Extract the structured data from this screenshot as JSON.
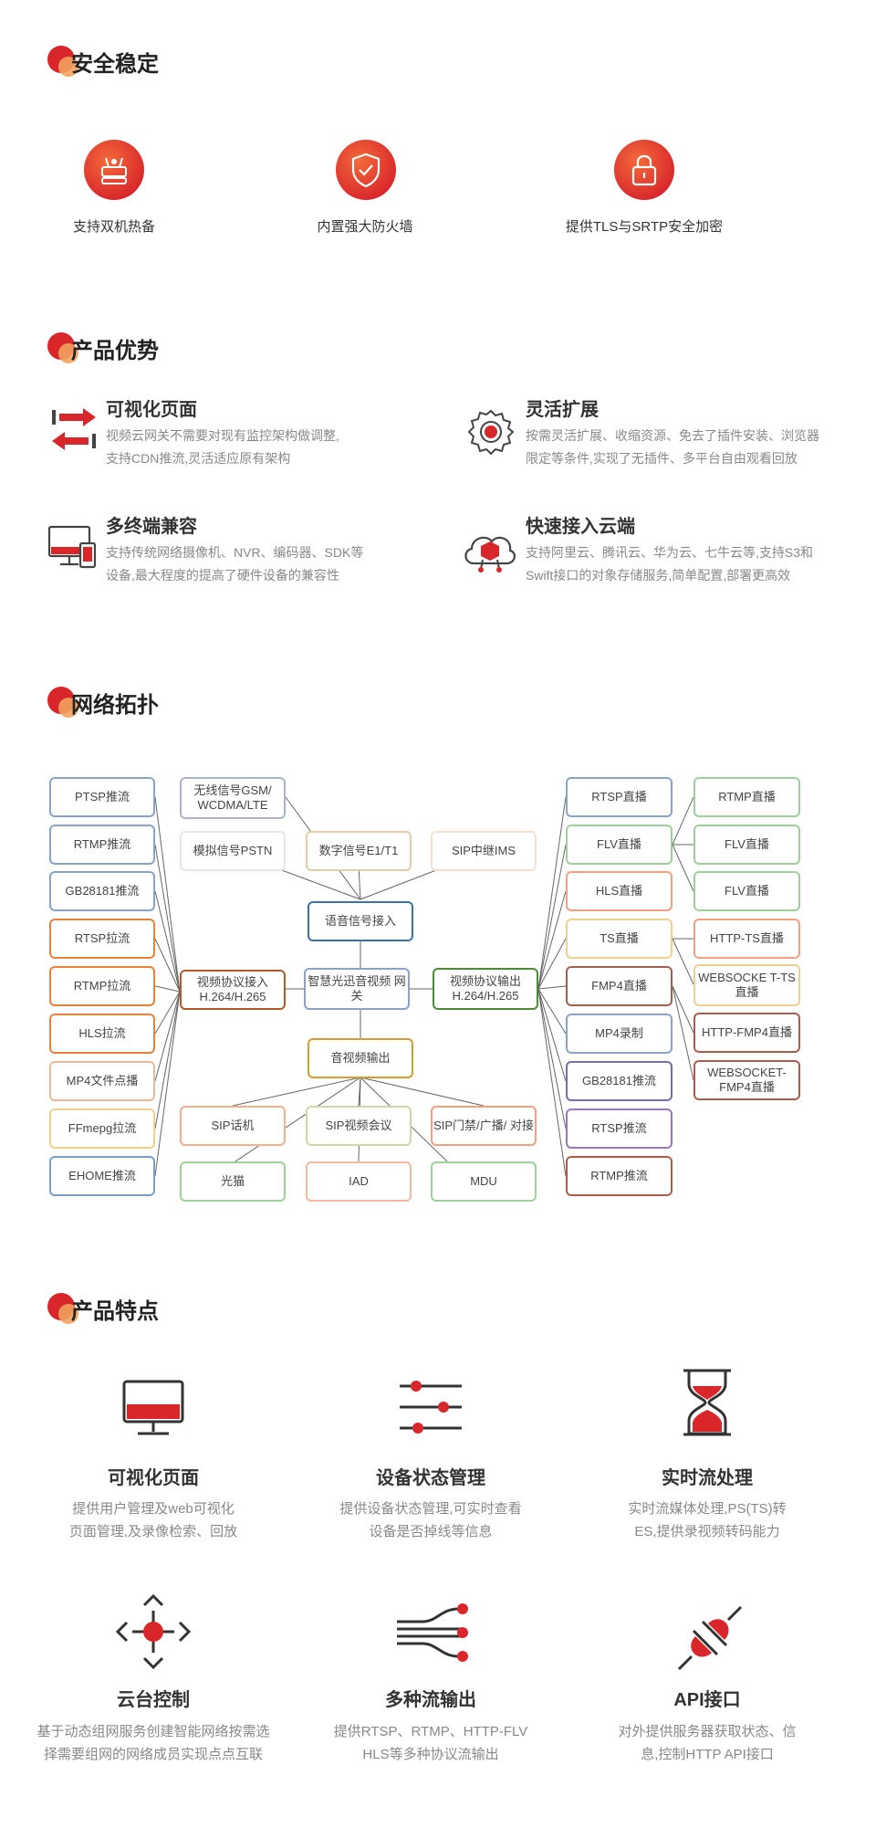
{
  "sections": {
    "security": "安全稳定",
    "advantages": "产品优势",
    "topology": "网络拓扑",
    "features": "产品特点"
  },
  "security_items": [
    {
      "label": "支持双机热备",
      "icon": "router-icon"
    },
    {
      "label": "内置强大防火墙",
      "icon": "shield-icon"
    },
    {
      "label": "提供TLS与SRTP安全加密",
      "icon": "lock-icon"
    }
  ],
  "advantages": [
    {
      "title": "可视化页面",
      "desc1": "视频云网关不需要对现有监控架构做调整,",
      "desc2": "支持CDN推流,灵活适应原有架构",
      "icon": "transfer-arrows-icon"
    },
    {
      "title": "灵活扩展",
      "desc1": "按需灵活扩展、收缩资源、免去了插件安装、浏览器",
      "desc2": "限定等条件,实现了无插件、多平台自由观看回放",
      "icon": "gear-icon"
    },
    {
      "title": "多终端兼容",
      "desc1": "支持传统网络摄像机、NVR、编码器、SDK等",
      "desc2": "设备,最大程度的提高了硬件设备的兼容性",
      "icon": "multi-device-icon"
    },
    {
      "title": "快速接入云端",
      "desc1": "支持阿里云、腾讯云、华为云、七牛云等,支持S3和",
      "desc2": "Swift接口的对象存储服务,简单配置,部署更高效",
      "icon": "cloud-icon"
    }
  ],
  "topology": {
    "left_column": [
      "PTSP推流",
      "RTMP推流",
      "GB28181推流",
      "RTSP拉流",
      "RTMP拉流",
      "HLS拉流",
      "MP4文件点播",
      "FFmepg拉流",
      "EHOME推流"
    ],
    "top_inputs": [
      "无线信号GSM/ WCDMA/LTE",
      "模拟信号PSTN",
      "数字信号E1/T1",
      "SIP中继IMS"
    ],
    "voice_access": "语音信号接入",
    "video_in": "视频协议接入 H.264/H.265",
    "gateway": "智慧光迅音视频 网关",
    "video_out": "视频协议输出 H.264/H.265",
    "av_output": "音视频输出",
    "bottom_row1": [
      "SIP话机",
      "SIP视频会议",
      "SIP门禁/广播/ 对接"
    ],
    "bottom_row2": [
      "光猫",
      "IAD",
      "MDU"
    ],
    "right_col1": [
      "RTSP直播",
      "FLV直播",
      "HLS直播",
      "TS直播",
      "FMP4直播",
      "MP4录制",
      "GB28181推流",
      "RTSP推流",
      "RTMP推流"
    ],
    "right_col2": [
      "RTMP直播",
      "FLV直播",
      "FLV直播",
      "HTTP-TS直播",
      "WEBSOCKE T-TS直播",
      "HTTP-FMP4直播",
      "WEBSOCKET- FMP4直播"
    ]
  },
  "features": [
    {
      "title": "可视化页面",
      "desc1": "提供用户管理及web可视化",
      "desc2": "页面管理,及录像检索、回放",
      "icon": "monitor-icon"
    },
    {
      "title": "设备状态管理",
      "desc1": "提供设备状态管理,可实时查看",
      "desc2": "设备是否掉线等信息",
      "icon": "sliders-icon"
    },
    {
      "title": "实时流处理",
      "desc1": "实时流媒体处理,PS(TS)转",
      "desc2": "ES,提供录视频转码能力",
      "icon": "hourglass-icon"
    },
    {
      "title": "云台控制",
      "desc1": "基于动态组网服务创建智能网络按需选",
      "desc2": "择需要组网的网络成员实现点点互联",
      "icon": "ptz-direction-icon"
    },
    {
      "title": "多种流输出",
      "desc1": "提供RTSP、RTMP、HTTP-FLV",
      "desc2": "HLS等多种协议流输出",
      "icon": "stream-lines-icon"
    },
    {
      "title": "API接口",
      "desc1": "对外提供服务器获取状态、信",
      "desc2": "息,控制HTTP API接口",
      "icon": "plug-icon"
    }
  ],
  "colors": {
    "accent": "#d9262b",
    "accent2": "#f2a25e"
  }
}
